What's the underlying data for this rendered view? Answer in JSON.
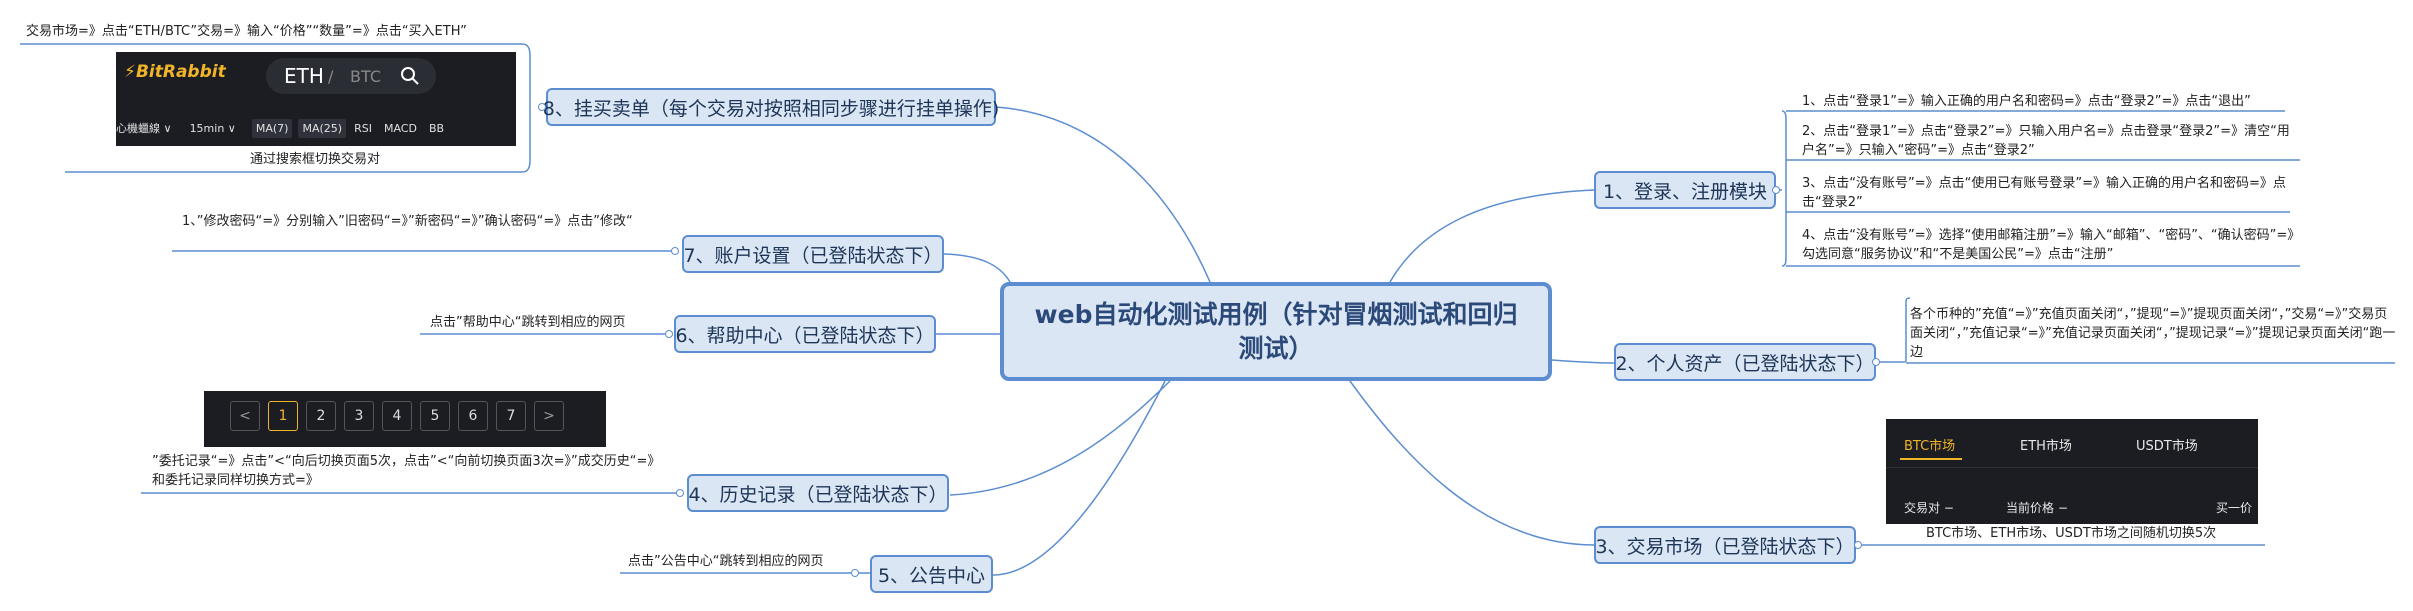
{
  "central_topic": "web自动化测试用例（针对冒烟测试和回归测试）",
  "branches": {
    "login": {
      "title": "1、登录、注册模块",
      "items": [
        "1、点击“登录1”=》输入正确的用户名和密码=》点击“登录2”=》点击“退出”",
        "2、点击“登录1”=》点击“登录2”=》只输入用户名=》点击登录“登录2”=》清空“用户名”=》只输入“密码”=》点击“登录2”",
        "3、点击“没有账号”=》点击“使用已有账号登录”=》输入正确的用户名和密码=》点击“登录2”",
        "4、点击“没有账号”=》选择“使用邮箱注册”=》输入“邮箱”、“密码”、“确认密码”=》勾选同意“服务协议”和“不是美国公民”=》点击“注册”"
      ]
    },
    "assets": {
      "title": "2、个人资产（已登陆状态下）",
      "note": "各个币种的”充值“=》”充值页面关闭“，”提现“=》”提现页面关闭“，”交易“=》”交易页面关闭“，”充值记录“=》”充值记录页面关闭“，”提现记录“=》”提现记录页面关闭“跑一边"
    },
    "market": {
      "title": "3、交易市场（已登陆状态下）",
      "note": "BTC市场、ETH市场、USDT市场之间随机切换5次",
      "shot": {
        "tabs": [
          "BTC市场",
          "ETH市场",
          "USDT市场"
        ],
        "columns": [
          "交易对 −",
          "当前价格 −",
          "买一价"
        ]
      }
    },
    "notice": {
      "title": "5、公告中心",
      "note": "点击”公告中心“跳转到相应的网页"
    },
    "history": {
      "title": "4、历史记录（已登陆状态下）",
      "note": "”委托记录“=》点击”<“向后切换页面5次，点击”<“向前切换页面3次=》”成交历史“=》和委托记录同样切换方式=》",
      "pager": {
        "prev": "<",
        "pages": [
          "1",
          "2",
          "3",
          "4",
          "5",
          "6",
          "7"
        ],
        "next": ">"
      }
    },
    "help": {
      "title": "6、帮助中心（已登陆状态下）",
      "note": "点击”帮助中心“跳转到相应的网页"
    },
    "account": {
      "title": "7、账户设置（已登陆状态下）",
      "note": "1、”修改密码“=》分别输入”旧密码“=》”新密码“=》”确认密码“=》点击”修改“"
    },
    "order": {
      "title": "8、挂买卖单（每个交易对按照相同步骤进行挂单操作)",
      "note_top": "交易市场=》点击“ETH/BTC”交易=》输入“价格”“数量”=》点击“买入ETH”",
      "caption": "通过搜索框切换交易对",
      "shot": {
        "logo": "BitRabbit",
        "pair_main": "ETH",
        "pair_sep": " / ",
        "pair_quote": "BTC",
        "toolbar": [
          "心機蠟線 ∨",
          "15min ∨",
          "MA(7)",
          "MA(25)",
          "RSI",
          "MACD",
          "BB"
        ]
      }
    }
  },
  "colors": {
    "line": "#5b8dd0",
    "box_fill": "#dbe6f4",
    "accent_gold": "#f0b429",
    "dark_bg": "#1b1d22"
  }
}
